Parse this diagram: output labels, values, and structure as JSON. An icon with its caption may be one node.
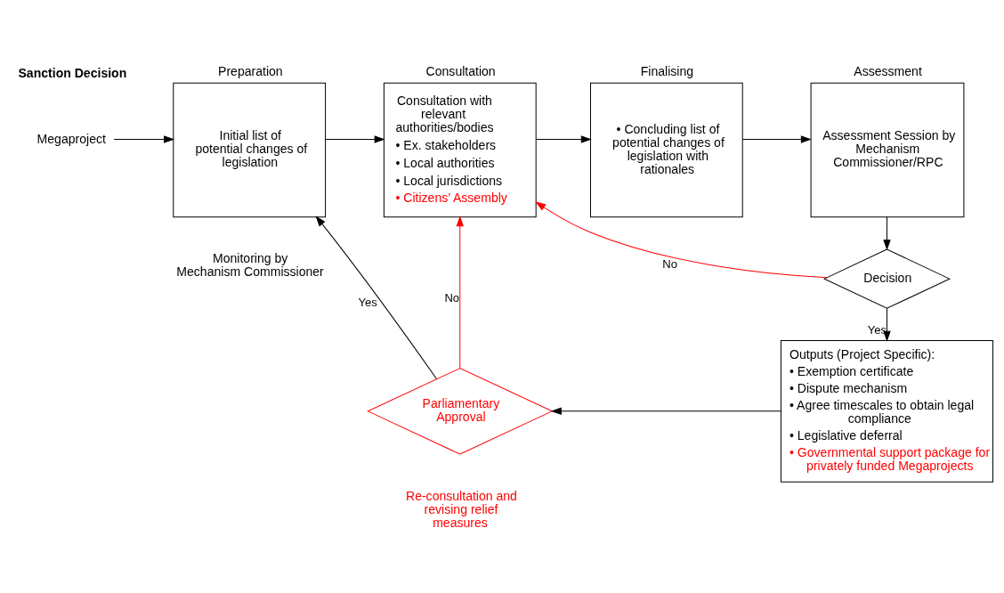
{
  "diagram": {
    "nodes": [
      {
        "text": [
          "Megaproject"
        ]
      },
      {
        "text": [
          "Preparation",
          "Initial list of potential changes of legislation"
        ]
      },
      {
        "text": [
          "Consultation",
          "Consultation with relevant authorities/bodies",
          "• Ex. stakeholders",
          "• Local authorities",
          "• Local jurisdictions",
          "• Citizens’ Assembly"
        ]
      },
      {
        "text": [
          "Finalising",
          "• Concluding list of potential changes of legislation with rationales"
        ]
      },
      {
        "text": [
          "Assessment",
          "Assessment Session by Mechanism Commissioner/RPC"
        ]
      },
      {
        "text": [
          "Decision"
        ]
      },
      {
        "text": [
          "Outputs (Project Specific):",
          "• Exemption certificate",
          "• Dispute mechanism",
          "• Agree timescales to obtain legal compliance",
          "• Legislative deferral",
          "• Governmental support package for privately funded Megaprojects"
        ]
      },
      {
        "text": [
          "Parliamentary Approval"
        ]
      }
    ],
    "edges": [
      {
        "from": 0,
        "to": 1,
        "arrow": "to"
      },
      {
        "from": 1,
        "to": 2,
        "arrow": "to"
      },
      {
        "from": 2,
        "to": 3,
        "arrow": "to"
      },
      {
        "from": 3,
        "to": 4,
        "arrow": "to"
      },
      {
        "from": 4,
        "to": 5,
        "arrow": "to"
      },
      {
        "from": 5,
        "to": 2,
        "arrow": "to",
        "label": "No",
        "color": "#ff0000"
      },
      {
        "from": 5,
        "to": 6,
        "arrow": "to",
        "label": "Yes"
      },
      {
        "from": 6,
        "to": 7,
        "arrow": "to"
      },
      {
        "from": 7,
        "to": 2,
        "arrow": "to",
        "label": "No",
        "color": "#ff0000"
      },
      {
        "from": 7,
        "to": 1,
        "arrow": "to",
        "label": "Yes"
      }
    ],
    "labels": [
      "Sanction Decision",
      "Re-consultation and revising relief measures",
      "Monitoring by Mechanism Commissioner"
    ]
  }
}
